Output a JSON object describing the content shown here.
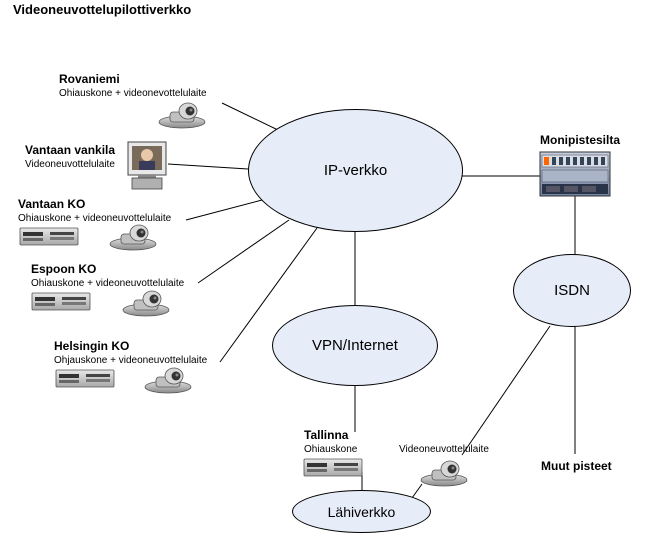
{
  "title": "Videoneuvottelupilottiverkko",
  "networks": {
    "ip": "IP-verkko",
    "vpn": "VPN/Internet",
    "isdn": "ISDN",
    "lan": "Lähiverkko"
  },
  "sites": [
    {
      "name": "Rovaniemi",
      "equipment": "Ohiauskone + videonevottelulaite"
    },
    {
      "name": "Vantaan vankila",
      "equipment": "Videoneuvottelulaite"
    },
    {
      "name": "Vantaan KO",
      "equipment": "Ohiauskone + videoneuvottelulaite"
    },
    {
      "name": "Espoon KO",
      "equipment": "Ohiauskone + videoneuvottelulaite"
    },
    {
      "name": "Helsingin KO",
      "equipment": "Ohjauskone + videoneuvottelulaite"
    }
  ],
  "bridge": {
    "name": "Monipistesilta"
  },
  "tallinna": {
    "name": "Tallinna",
    "equipment": "Ohiauskone"
  },
  "remote_vc": {
    "equipment": "Videoneuvottelulaite"
  },
  "other": {
    "name": "Muut pisteet"
  },
  "colors": {
    "ellipse_fill": "#e6ecf8",
    "line": "#000000",
    "device": "#9aa0a8"
  }
}
